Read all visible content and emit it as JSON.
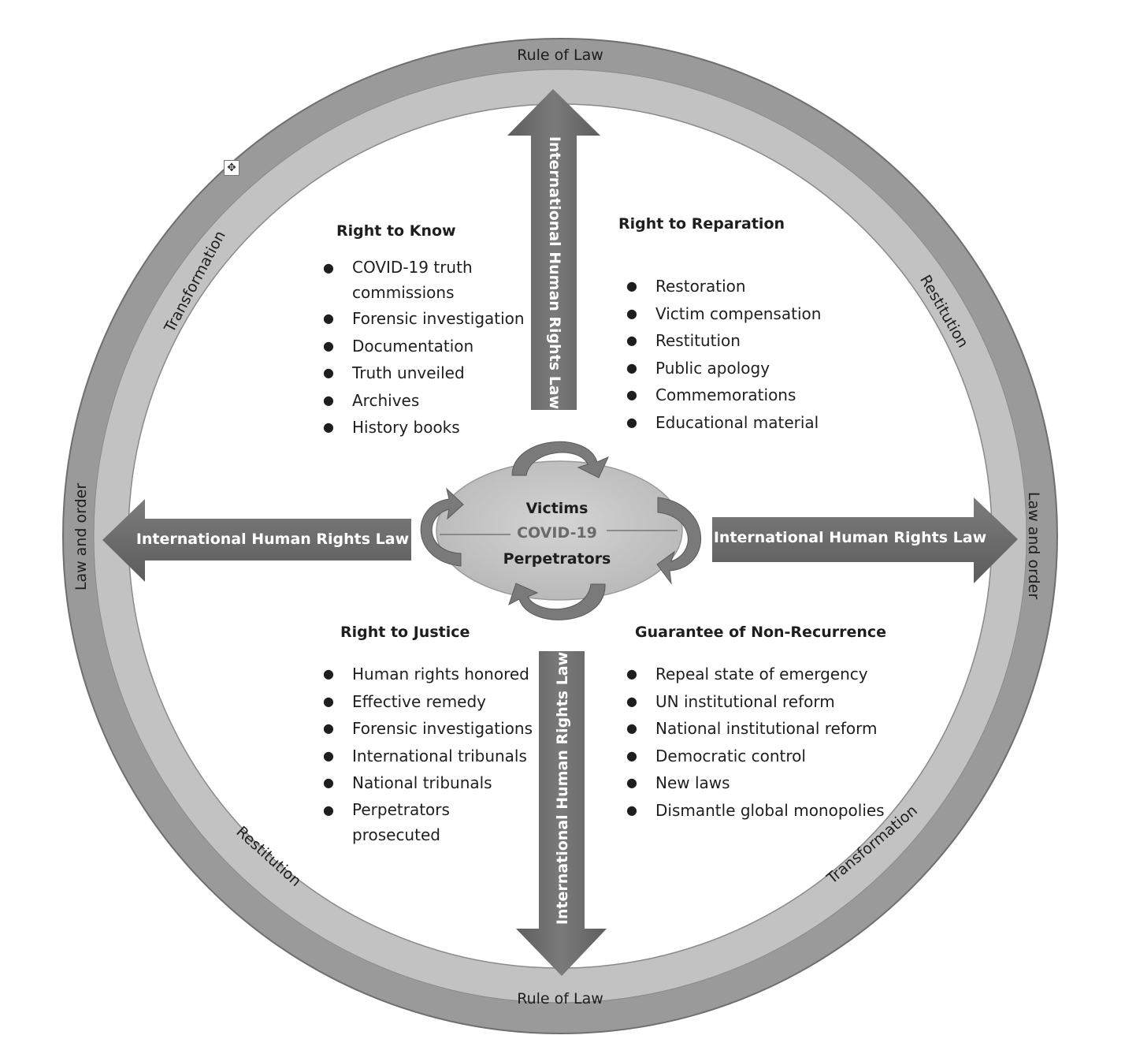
{
  "ring": {
    "top": "Rule of Law",
    "bottom": "Rule of Law",
    "left": "Law and order",
    "right": "Law and order",
    "upper_left": "Transformation",
    "upper_right": "Restitution",
    "lower_left": "Restitution",
    "lower_right": "Transformation"
  },
  "arrows": {
    "up": "International Human Rights Law",
    "down": "International Human Rights Law",
    "left": "International Human Rights Law",
    "right": "International Human Rights Law"
  },
  "center": {
    "top": "Victims",
    "middle": "COVID-19",
    "bottom": "Perpetrators"
  },
  "quadrants": {
    "know": {
      "title": "Right to Know",
      "items": [
        "COVID-19 truth commissions",
        "Forensic investigation",
        "Documentation",
        "Truth unveiled",
        "Archives",
        "History books"
      ]
    },
    "reparation": {
      "title": "Right to Reparation",
      "items": [
        "Restoration",
        "Victim compensation",
        "Restitution",
        "Public apology",
        "Commemorations",
        "Educational material"
      ]
    },
    "justice": {
      "title": "Right to Justice",
      "items": [
        "Human rights honored",
        "Effective remedy",
        "Forensic investigations",
        "International tribunals",
        "National tribunals",
        "Perpetrators prosecuted"
      ]
    },
    "nonrecurrence": {
      "title": "Guarantee of Non-Recurrence",
      "items": [
        "Repeal state of emergency",
        "UN institutional reform",
        "National institutional reform",
        "Democratic control",
        "New laws",
        "Dismantle global monopolies"
      ]
    }
  },
  "colors": {
    "outer_ring": "#9a9a9a",
    "inner_ring": "#c2c2c2",
    "arrow": "#6e6e6e",
    "ellipse": "#c8c8c8",
    "cycle_arrow": "#7a7a7a"
  },
  "icons": {
    "move": "move-icon"
  }
}
